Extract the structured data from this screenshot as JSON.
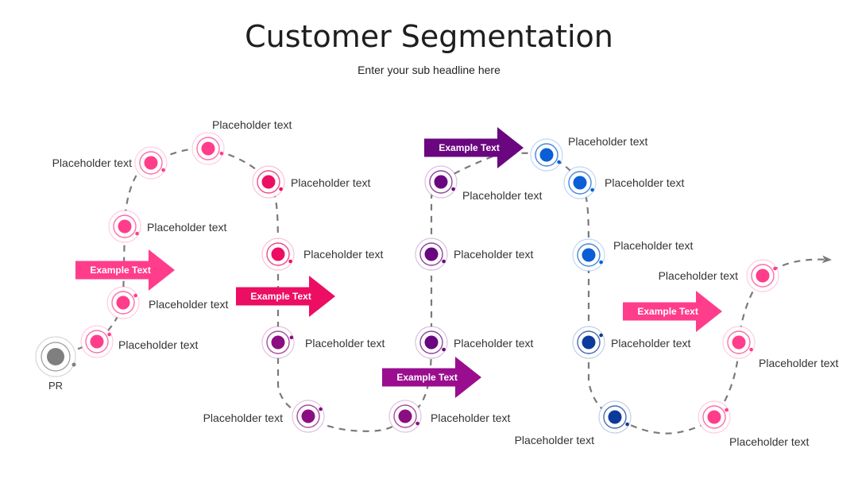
{
  "header": {
    "title": "Customer Segmentation",
    "subtitle": "Enter your sub headline here"
  },
  "colors": {
    "path": "#7a7a7a",
    "pink": "#ff3d8b",
    "magenta": "#ec0e63",
    "violet": "#8a0d82",
    "purple": "#6a067f",
    "blue": "#0a5fd6",
    "navy": "#0c3a9b",
    "gray": "#808080"
  },
  "start_label": "PR",
  "arrows": [
    {
      "label": "Example Text",
      "color": "#ff3d8b"
    },
    {
      "label": "Example Text",
      "color": "#ec0e63"
    },
    {
      "label": "Example Text",
      "color": "#9a0d8e"
    },
    {
      "label": "Example Text",
      "color": "#6a067f"
    },
    {
      "label": "Example Text",
      "color": "#ff3d8b"
    }
  ],
  "nodes": [
    {
      "label": "Placeholder text",
      "color": "#ff3d8b"
    },
    {
      "label": "Placeholder text",
      "color": "#ff3d8b"
    },
    {
      "label": "Placeholder text",
      "color": "#ff3d8b"
    },
    {
      "label": "Placeholder text",
      "color": "#ff3d8b"
    },
    {
      "label": "Placeholder text",
      "color": "#ff3d8b"
    },
    {
      "label": "Placeholder text",
      "color": "#ec0e63"
    },
    {
      "label": "Placeholder text",
      "color": "#ec0e63"
    },
    {
      "label": "Placeholder text",
      "color": "#8a0d82"
    },
    {
      "label": "Placeholder text",
      "color": "#8a0d82"
    },
    {
      "label": "Placeholder text",
      "color": "#8a0d82"
    },
    {
      "label": "Placeholder text",
      "color": "#6a067f"
    },
    {
      "label": "Placeholder text",
      "color": "#6a067f"
    },
    {
      "label": "Placeholder text",
      "color": "#6a067f"
    },
    {
      "label": "Placeholder text",
      "color": "#0a5fd6"
    },
    {
      "label": "Placeholder text",
      "color": "#0a5fd6"
    },
    {
      "label": "Placeholder text",
      "color": "#0a5fd6"
    },
    {
      "label": "Placeholder text",
      "color": "#0c3a9b"
    },
    {
      "label": "Placeholder text",
      "color": "#0c3a9b"
    },
    {
      "label": "Placeholder text",
      "color": "#ff3d8b"
    },
    {
      "label": "Placeholder text",
      "color": "#ff3d8b"
    },
    {
      "label": "Placeholder text",
      "color": "#ff3d8b"
    }
  ]
}
